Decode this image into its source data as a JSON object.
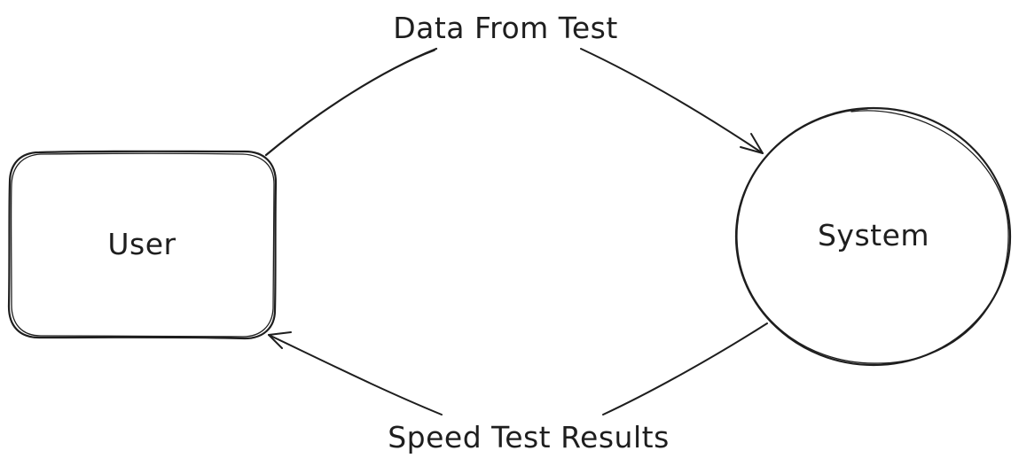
{
  "nodes": {
    "user": {
      "label": "User"
    },
    "system": {
      "label": "System"
    }
  },
  "edges": {
    "top": {
      "label": "Data From Test"
    },
    "bottom": {
      "label": "Speed Test Results"
    }
  }
}
